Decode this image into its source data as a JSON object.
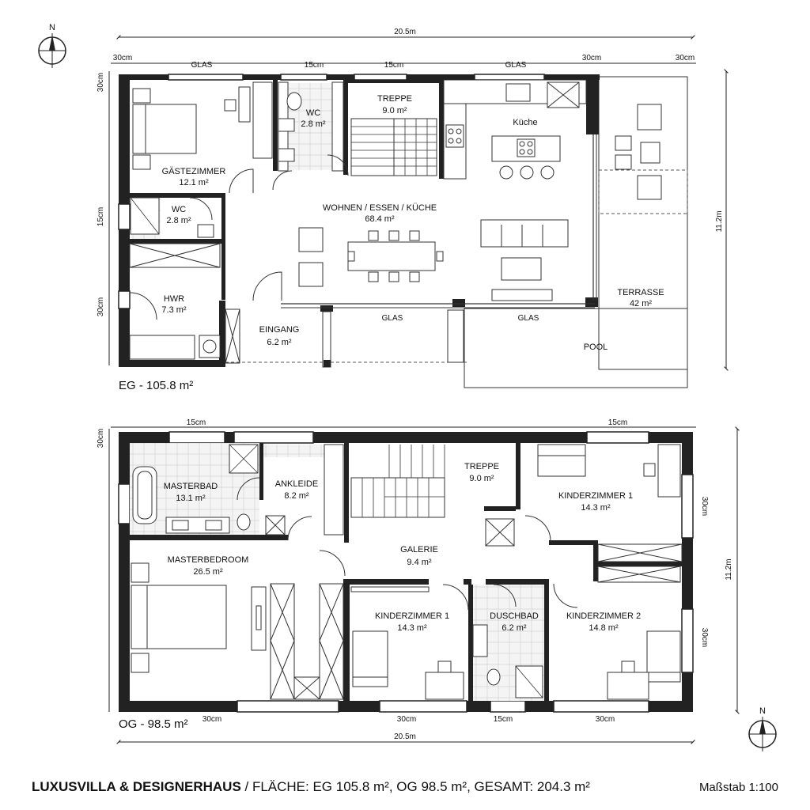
{
  "ground_floor": {
    "label": "EG - 105.8 m²",
    "overall_width": "20.5m",
    "overall_depth": "11.2m",
    "dims": {
      "glas_1": "GLAS",
      "glas_2": "GLAS",
      "glas_3": "GLAS",
      "glas_4": "GLAS",
      "top_30_left": "30cm",
      "top_15_a": "15cm",
      "top_15_b": "15cm",
      "top_30_right": "30cm",
      "top_30_far": "30cm",
      "left_30_top": "30cm",
      "left_15": "15cm",
      "left_30_bottom": "30cm"
    },
    "rooms": [
      {
        "name": "GÄSTEZIMMER",
        "area": "12.1 m²"
      },
      {
        "name": "WC",
        "area": "2.8 m²"
      },
      {
        "name": "TREPPE",
        "area": "9.0 m²"
      },
      {
        "name": "Küche",
        "area": ""
      },
      {
        "name": "WC",
        "area": "2.8 m²"
      },
      {
        "name": "WOHNEN / ESSEN / KÜCHE",
        "area": "68.4 m²"
      },
      {
        "name": "HWR",
        "area": "7.3 m²"
      },
      {
        "name": "EINGANG",
        "area": "6.2 m²"
      },
      {
        "name": "TERRASSE",
        "area": "42 m²"
      },
      {
        "name": "POOL",
        "area": ""
      }
    ]
  },
  "upper_floor": {
    "label": "OG - 98.5 m²",
    "overall_width": "20.5m",
    "overall_depth": "11.2m",
    "dims": {
      "top_15_left": "15cm",
      "top_15_right": "15cm",
      "left_30": "30cm",
      "right_30_top": "30cm",
      "right_30_bottom": "30cm",
      "bot_30_a": "30cm",
      "bot_30_b": "30cm",
      "bot_15": "15cm",
      "bot_30_c": "30cm"
    },
    "rooms": [
      {
        "name": "MASTERBAD",
        "area": "13.1 m²"
      },
      {
        "name": "ANKLEIDE",
        "area": "8.2 m²"
      },
      {
        "name": "TREPPE",
        "area": "9.0 m²"
      },
      {
        "name": "KINDERZIMMER 1",
        "area": "14.3 m²"
      },
      {
        "name": "MASTERBEDROOM",
        "area": "26.5 m²"
      },
      {
        "name": "GALERIE",
        "area": "9.4 m²"
      },
      {
        "name": "KINDERZIMMER 1",
        "area": "14.3 m²"
      },
      {
        "name": "DUSCHBAD",
        "area": "6.2 m²"
      },
      {
        "name": "KINDERZIMMER 2",
        "area": "14.8 m²"
      }
    ]
  },
  "compass": {
    "north": "N"
  },
  "footer": {
    "title_bold": "LUXUSVILLA & DESIGNERHAUS",
    "title_rest": " / FLÄCHE: EG 105.8 m², OG 98.5 m², GESAMT: 204.3 m²",
    "scale": "Maßstab 1:100"
  }
}
